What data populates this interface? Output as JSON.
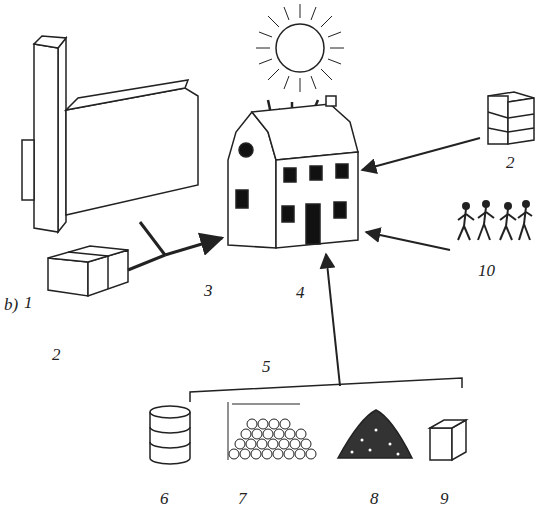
{
  "diagram": {
    "labels": [
      "2",
      "1",
      "3",
      "4",
      "10",
      "b)",
      "2",
      "5",
      "6",
      "7",
      "8",
      "9"
    ]
  }
}
